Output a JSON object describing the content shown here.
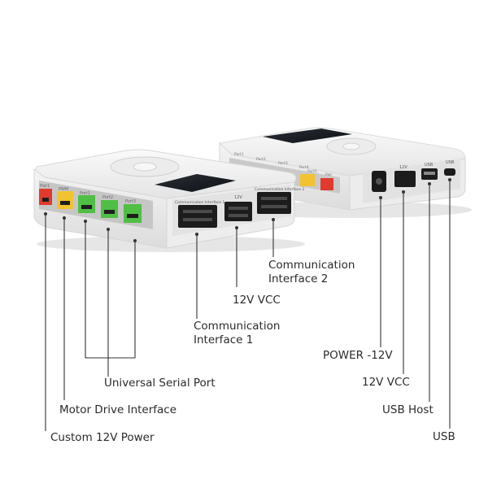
{
  "callouts": {
    "custom_12v_power": "Custom 12V Power",
    "motor_drive_interface": "Motor Drive Interface",
    "universal_serial_port": "Universal Serial Port",
    "communication_interface_1": [
      "Communication",
      "Interface 1"
    ],
    "twelve_v_vcc_front": "12V VCC",
    "communication_interface_2": [
      "Communication",
      "Interface 2"
    ],
    "power_minus_12v": "POWER -12V",
    "twelve_v_vcc_back": "12V VCC",
    "usb_host": "USB Host",
    "usb": "USB"
  },
  "front_device": {
    "port_labels": [
      "Pwr1",
      "PWM",
      "Port1",
      "Port2",
      "Port3"
    ],
    "port_colors": [
      "#e03a2f",
      "#f2c230",
      "#4fbf45",
      "#4fbf45",
      "#4fbf45"
    ],
    "connector_labels": [
      "Communication Interface 1",
      "12V",
      "Communication Interface 2"
    ]
  },
  "back_device": {
    "port_labels": [
      "Port1",
      "Port2",
      "Port3",
      "Port4",
      "Port5",
      "Pwr"
    ],
    "rear_labels": [
      "12V",
      "USB",
      "USB"
    ]
  },
  "colors": {
    "line": "#333333",
    "text": "#2b2b2b",
    "case": "#f2f2f2",
    "panel": "#cfcfcf",
    "connector": "#1c1c1c"
  }
}
